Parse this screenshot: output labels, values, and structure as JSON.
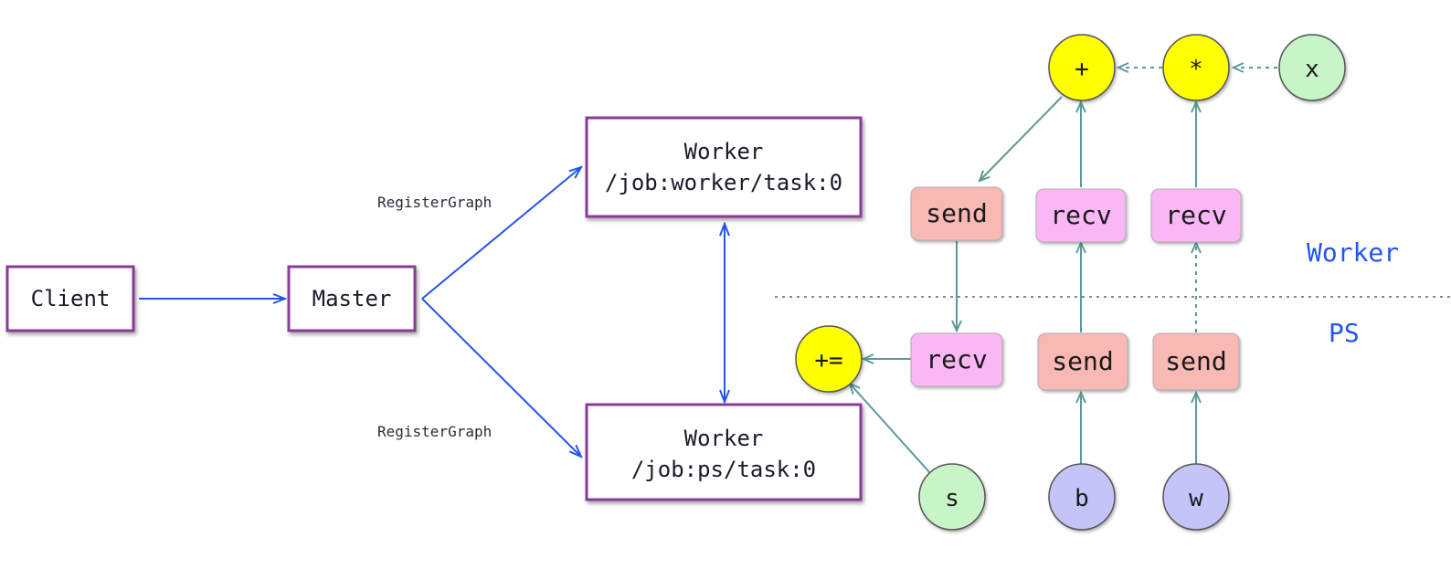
{
  "cluster": {
    "client": "Client",
    "master": "Master",
    "worker_task": {
      "line1": "Worker",
      "line2": "/job:worker/task:0"
    },
    "ps_task": {
      "line1": "Worker",
      "line2": "/job:ps/task:0"
    },
    "edge_label_top": "RegisterGraph",
    "edge_label_bottom": "RegisterGraph"
  },
  "graph": {
    "zones": {
      "worker": "Worker",
      "ps": "PS"
    },
    "ops": {
      "add": "+",
      "mul": "*",
      "x": "x",
      "send_worker": "send",
      "recv_worker_b": "recv",
      "recv_worker_w": "recv",
      "assign_add": "+=",
      "recv_ps": "recv",
      "send_ps_b": "send",
      "send_ps_w": "send",
      "s": "s",
      "b": "b",
      "w": "w"
    },
    "colors": {
      "add_mul_fill": "#ffff00",
      "variable_green": "#c8f5c8",
      "variable_purple": "#c4c4f8",
      "send_fill": "#f8b8b4",
      "recv_fill": "#f9b8f4",
      "zone_label": "#2255ee",
      "task_border": "#8a3a9a"
    }
  }
}
